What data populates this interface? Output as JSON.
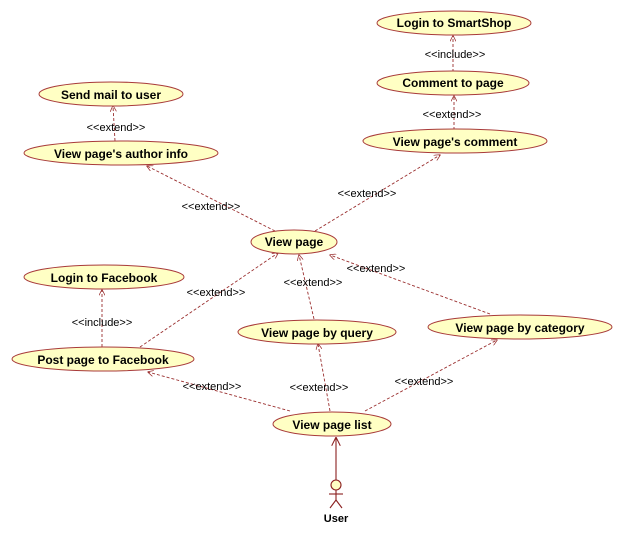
{
  "use_cases": {
    "login_smartshop": "Login to SmartShop",
    "comment_page": "Comment to page",
    "view_page_comment": "View page's  comment",
    "send_mail": "Send mail to user",
    "view_author_info": "View page's author info",
    "view_page": "View page",
    "login_facebook": "Login to  Facebook",
    "post_facebook": "Post page to Facebook",
    "view_by_query": "View page by query",
    "view_by_category": "View page by category",
    "view_page_list": "View page list"
  },
  "actor": {
    "name": "User"
  },
  "relationships": {
    "include": "<<include>>",
    "extend": "<<extend>>"
  }
}
